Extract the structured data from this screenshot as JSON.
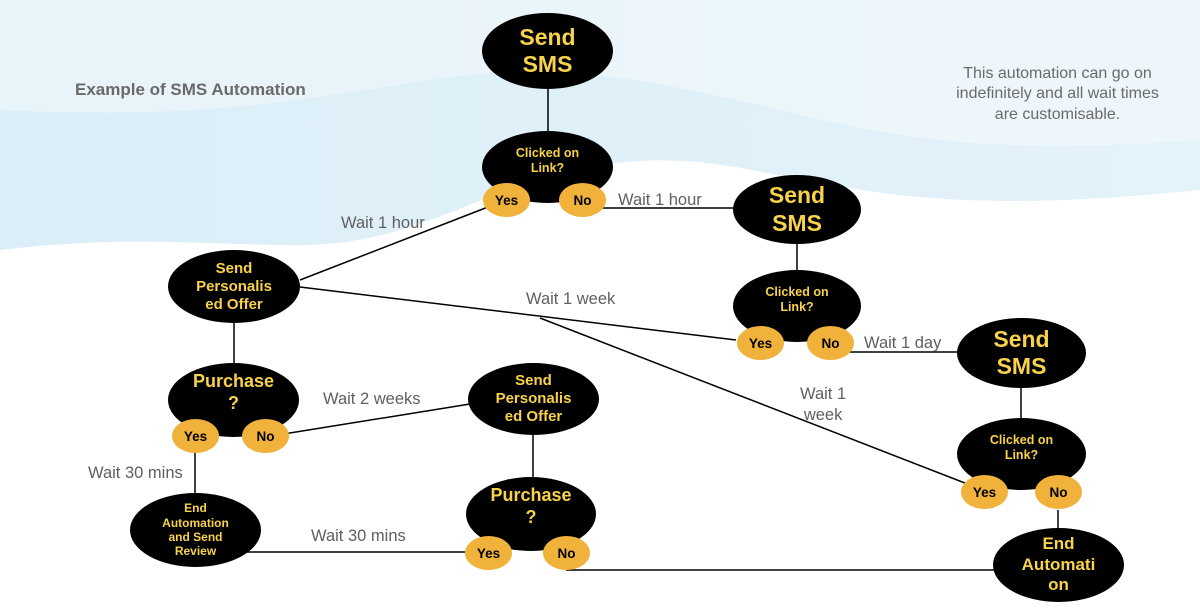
{
  "title": "Example of SMS Automation",
  "note": "This automation can go on indefinitely and all wait times are customisable.",
  "colors": {
    "node_fill": "#000000",
    "node_text": "#f7d24a",
    "answer_fill": "#f0b23b",
    "background_wave": "#dff0f8"
  },
  "nodes": {
    "send_sms_1": {
      "lines": [
        "Send",
        "SMS"
      ]
    },
    "clicked_1": {
      "lines": [
        "Clicked on",
        "Link?"
      ]
    },
    "send_sms_2": {
      "lines": [
        "Send",
        "SMS"
      ]
    },
    "clicked_2": {
      "lines": [
        "Clicked on",
        "Link?"
      ]
    },
    "send_sms_3": {
      "lines": [
        "Send",
        "SMS"
      ]
    },
    "clicked_3": {
      "lines": [
        "Clicked on",
        "Link?"
      ]
    },
    "offer_1": {
      "lines": [
        "Send",
        "Personalis",
        "ed Offer"
      ]
    },
    "purchase_1": {
      "lines": [
        "Purchase",
        "?"
      ]
    },
    "offer_2": {
      "lines": [
        "Send",
        "Personalis",
        "ed Offer"
      ]
    },
    "purchase_2": {
      "lines": [
        "Purchase",
        "?"
      ]
    },
    "end_review": {
      "lines": [
        "End",
        "Automation",
        "and Send",
        "Review"
      ]
    },
    "end_automation": {
      "lines": [
        "End",
        "Automati",
        "on"
      ]
    }
  },
  "answers": {
    "yes": "Yes",
    "no": "No"
  },
  "edge_labels": {
    "wait_1_hour_a": "Wait 1 hour",
    "wait_1_hour_b": "Wait 1 hour",
    "wait_1_week_a": "Wait 1 week",
    "wait_1_week_b_line1": "Wait 1",
    "wait_1_week_b_line2": "week",
    "wait_1_day": "Wait 1 day",
    "wait_2_weeks": "Wait 2 weeks",
    "wait_30_mins_a": "Wait 30 mins",
    "wait_30_mins_b": "Wait 30 mins"
  }
}
